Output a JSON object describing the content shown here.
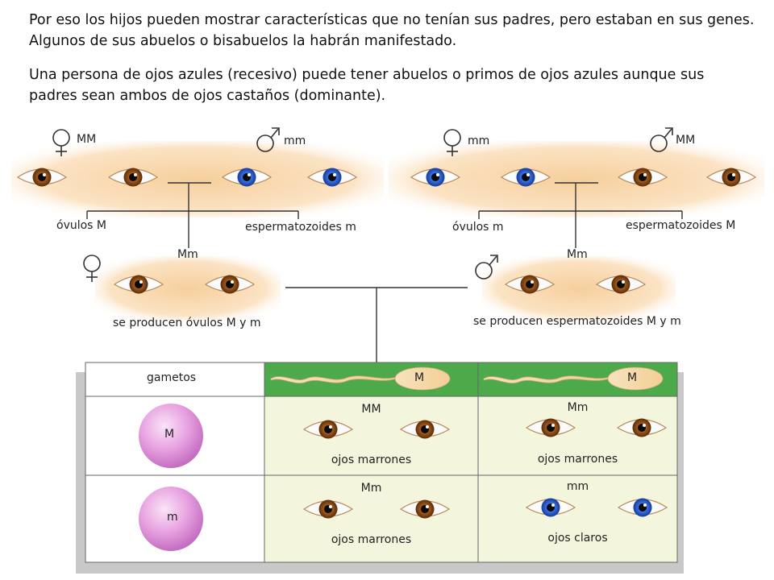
{
  "intro": {
    "paragraph_1": "Por eso los hijos pueden mostrar características que no tenían sus padres, pero estaban en sus genes. Algunos de sus abuelos o bisabuelos la habrán manifestado.",
    "paragraph_2": "Una persona de ojos azules (recesivo) puede tener abuelos o primos de ojos azules aunque sus padres sean ambos de ojos castaños (dominante)."
  },
  "grandparents_left": {
    "female": {
      "symbol": "♀",
      "genotype": "MM",
      "eye_color": "brown"
    },
    "male": {
      "symbol": "♂",
      "genotype": "mm",
      "eye_color": "blue"
    },
    "gamete_left": "óvulos M",
    "gamete_right": "espermatozoides m"
  },
  "grandparents_right": {
    "female": {
      "symbol": "♀",
      "genotype": "mm",
      "eye_color": "blue"
    },
    "male": {
      "symbol": "♂",
      "genotype": "MM",
      "eye_color": "brown"
    },
    "gamete_left": "óvulos m",
    "gamete_right": "espermatozoides M"
  },
  "parents": {
    "mother": {
      "symbol": "♀",
      "genotype": "Mm",
      "eye_color": "brown",
      "caption": "se producen óvulos M y m"
    },
    "father": {
      "symbol": "♂",
      "genotype": "Mm",
      "eye_color": "brown",
      "caption": "se producen espermatozoides M y m"
    }
  },
  "punnett": {
    "header": "gametos",
    "sperm": [
      "M",
      "M"
    ],
    "eggs": [
      "M",
      "m"
    ],
    "cells": [
      [
        {
          "genotype": "MM",
          "phenotype": "ojos marrones",
          "eye_color": "brown"
        },
        {
          "genotype": "Mm",
          "phenotype": "ojos marrones",
          "eye_color": "brown"
        }
      ],
      [
        {
          "genotype": "Mm",
          "phenotype": "ojos marrones",
          "eye_color": "brown"
        },
        {
          "genotype": "mm",
          "phenotype": "ojos claros",
          "eye_color": "blue"
        }
      ]
    ]
  },
  "colors": {
    "brown_iris": "#8a4a12",
    "blue_iris": "#1f4fc4",
    "skin": "#f6d5a8",
    "header_green": "#4caa4a",
    "cell_bg": "#f3f6dd",
    "egg_pink": "#e79be0",
    "line": "#333333"
  }
}
